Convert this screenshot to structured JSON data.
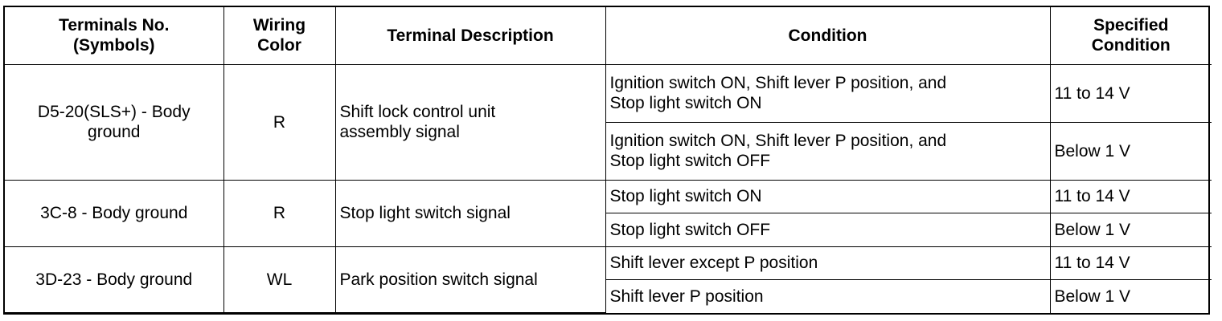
{
  "headers": [
    "Terminals No.\n(Symbols)",
    "Wiring\nColor",
    "Terminal Description",
    "Condition",
    "Specified\nCondition"
  ],
  "groups": [
    {
      "terminal": "D5-20(SLS+) - Body\nground",
      "color": "R",
      "description": "Shift lock control unit\nassembly signal",
      "rows": [
        {
          "condition": "Ignition switch ON, Shift lever P position, and\nStop light switch ON",
          "specified": "11 to 14 V"
        },
        {
          "condition": "Ignition switch ON, Shift lever P position, and\nStop light switch OFF",
          "specified": "Below 1 V"
        }
      ]
    },
    {
      "terminal": "3C-8 - Body ground",
      "color": "R",
      "description": "Stop light switch signal",
      "rows": [
        {
          "condition": "Stop light switch ON",
          "specified": "11 to 14 V"
        },
        {
          "condition": "Stop light switch OFF",
          "specified": "Below 1 V"
        }
      ]
    },
    {
      "terminal": "3D-23 - Body ground",
      "color": "WL",
      "description": "Park position switch signal",
      "rows": [
        {
          "condition": "Shift lever except P position",
          "specified": "11 to 14 V"
        },
        {
          "condition": "Shift lever P position",
          "specified": "Below 1 V"
        }
      ]
    }
  ]
}
